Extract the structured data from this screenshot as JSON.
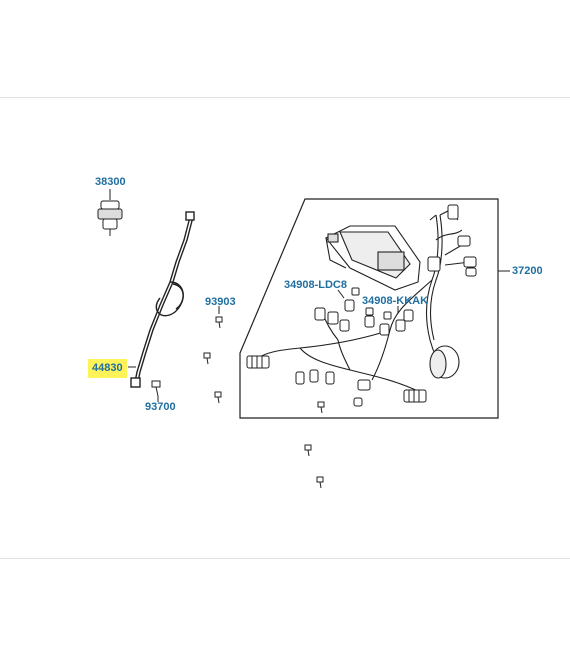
{
  "diagram": {
    "labels": {
      "p38300": "38300",
      "p44830": "44830",
      "p93700": "93700",
      "p93903": "93903",
      "p34908ldc8": "34908-LDC8",
      "p34908kkak": "34908-KKAK",
      "p37200": "37200"
    },
    "colors": {
      "label_text": "#1f6fa0",
      "highlight": "#fff35a",
      "line": "#222222"
    }
  }
}
